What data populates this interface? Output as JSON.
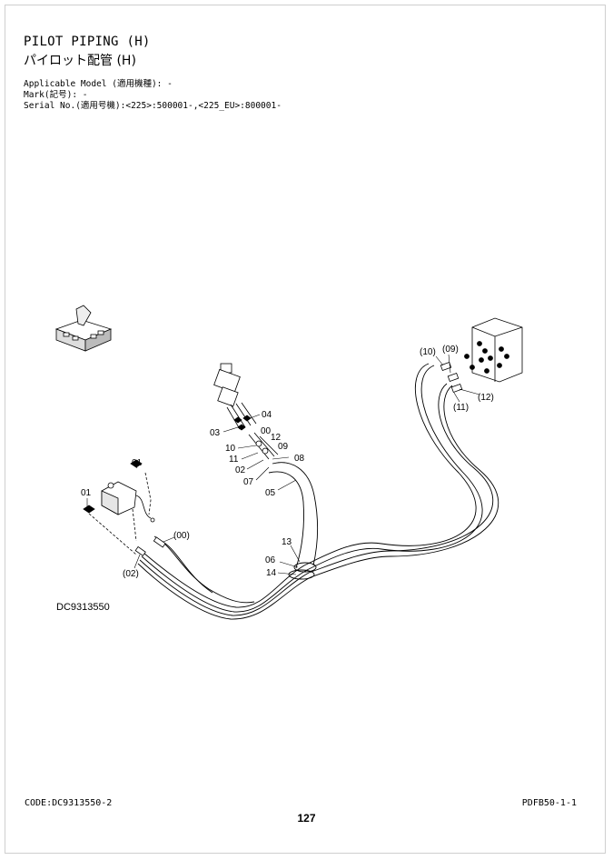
{
  "header": {
    "title_en": "PILOT PIPING (H)",
    "title_jp": "パイロット配管 (H)",
    "applicable_model": "Applicable Model (適用機種): -",
    "mark": "Mark(記号): -",
    "serial": "Serial No.(適用号機):<225>:500001-,<225_EU>:800001-"
  },
  "diagram": {
    "drawing_id": "DC9313550",
    "callouts": {
      "c04": "04",
      "c03": "03",
      "c00": "00",
      "c12": "12",
      "c10": "10",
      "c09": "09",
      "c11": "11",
      "c08": "08",
      "c02a": "02",
      "c07": "07",
      "c05": "05",
      "c01a": "01",
      "c01b": "01",
      "c00p": "(00)",
      "c02p": "(02)",
      "c13": "13",
      "c06": "06",
      "c14": "14",
      "c10p": "(10)",
      "c09p": "(09)",
      "c12p": "(12)",
      "c11p": "(11)"
    }
  },
  "footer": {
    "code": "CODE:DC9313550-2",
    "doc_ref": "PDFB50-1-1",
    "page_number": "127"
  }
}
